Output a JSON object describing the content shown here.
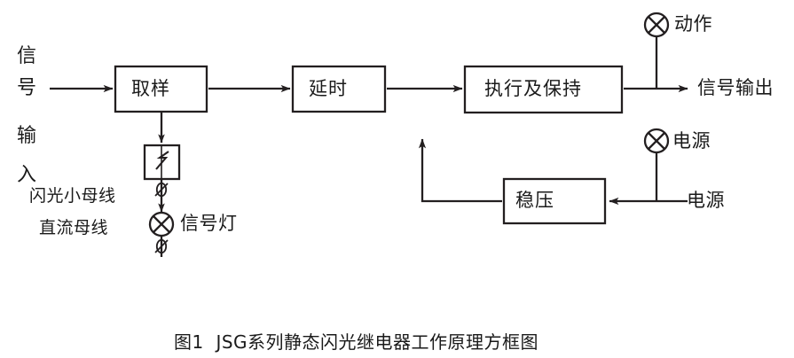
{
  "figure": {
    "caption": "图1  JSG系列静态闪光继电器工作原理方框图",
    "stroke_color": "#231f20",
    "text_color": "#1a1a1a",
    "background": "#ffffff"
  },
  "input": {
    "vertical_label_chars": [
      "信",
      "号",
      "输",
      "入"
    ],
    "vertical_label_text": "信号输入"
  },
  "blocks": [
    {
      "id": "sampling",
      "label": "取样"
    },
    {
      "id": "delay",
      "label": "延时"
    },
    {
      "id": "execute_hold",
      "label": "执行及保持"
    },
    {
      "id": "voltage_regulator",
      "label": "稳压"
    }
  ],
  "bus_labels": {
    "flash_bus": "闪光小母线",
    "dc_bus": "直流母线"
  },
  "lamps": [
    {
      "id": "signal-lamp",
      "label": "信号灯"
    },
    {
      "id": "action-lamp",
      "label": "动作"
    },
    {
      "id": "power-lamp",
      "label": "电源"
    }
  ],
  "outputs": {
    "signal_output": "信号输出",
    "power_input": "电源"
  },
  "symbols": {
    "relay_contact": "relay-contact-symbol",
    "terminal_marker": "terminal-slash-circle",
    "lamp": "crossed-circle-lamp",
    "arrow": "arrow-head"
  }
}
